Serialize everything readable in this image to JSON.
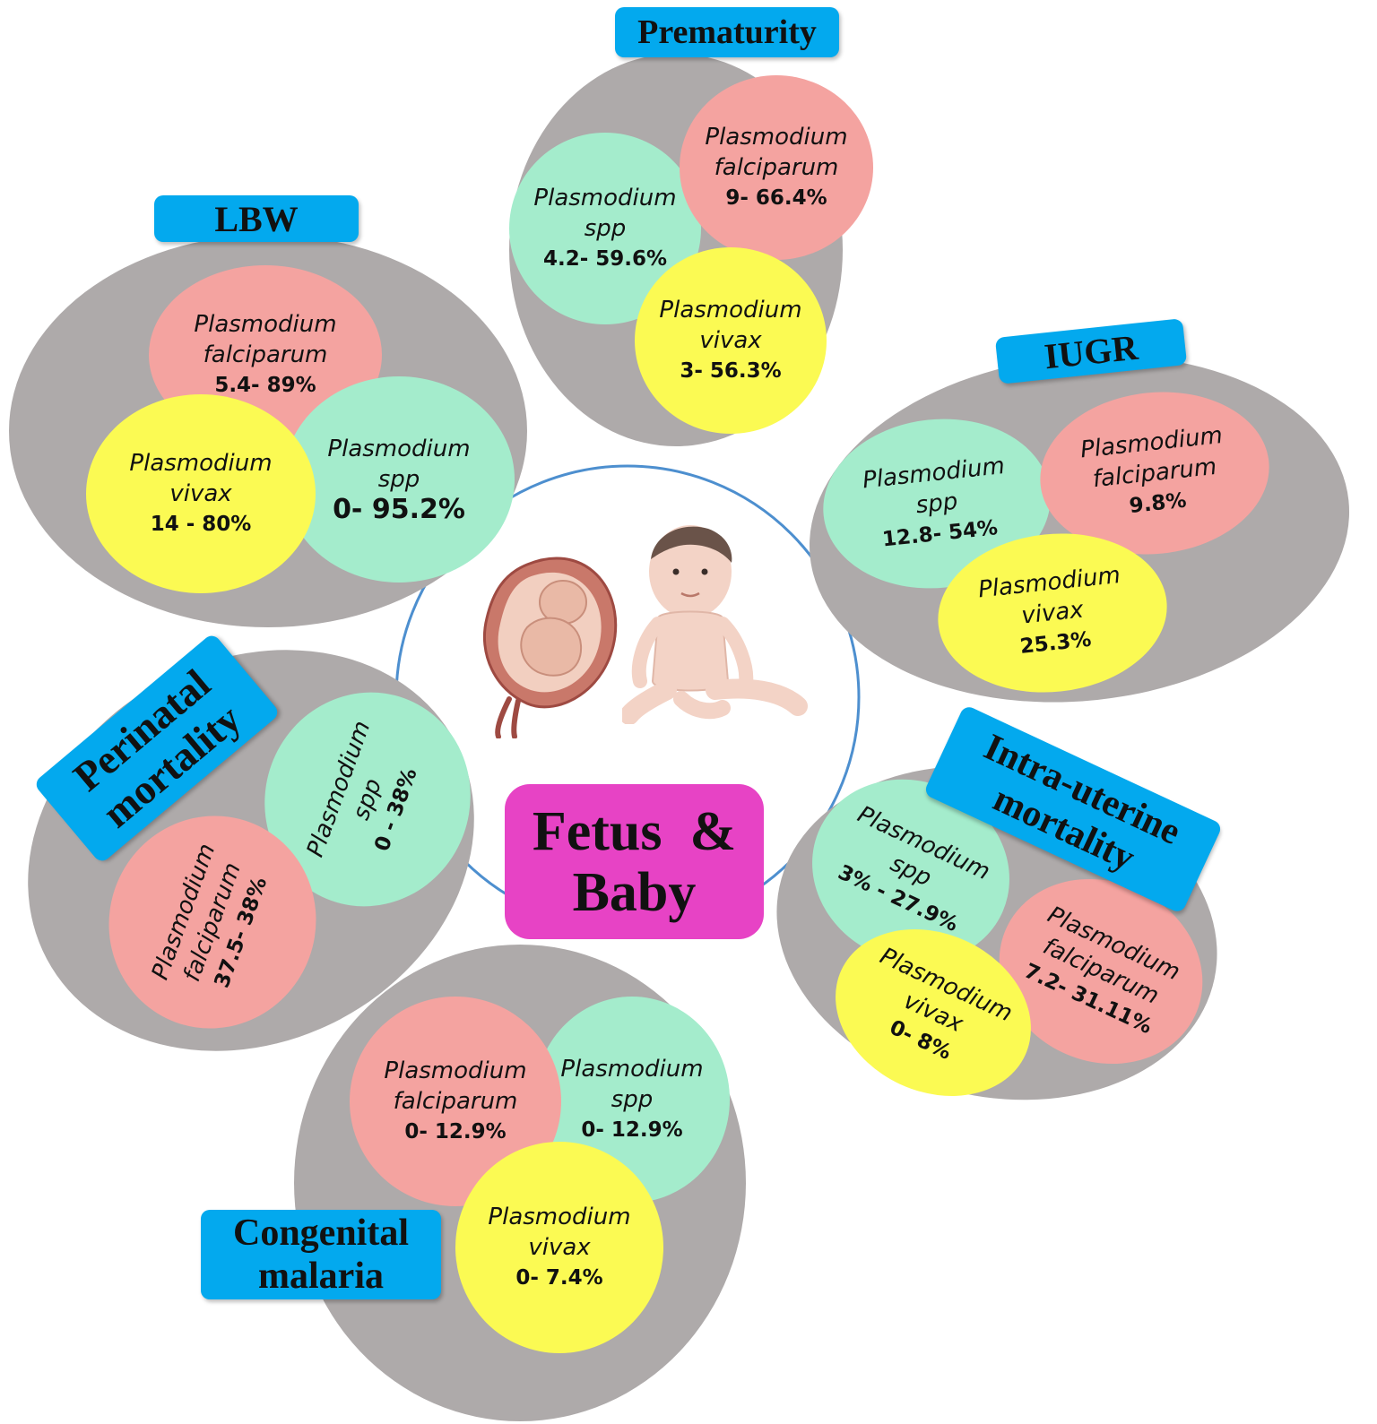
{
  "center": {
    "line1": "Fetus  &",
    "line2": "Baby"
  },
  "outcomes": {
    "prematurity": {
      "title": "Prematurity",
      "falciparum": {
        "name1": "Plasmodium",
        "name2": "falciparum",
        "value": "9- 66.4%"
      },
      "spp": {
        "name1": "Plasmodium",
        "name2": "spp",
        "value": "4.2- 59.6%"
      },
      "vivax": {
        "name1": "Plasmodium",
        "name2": "vivax",
        "value": "3- 56.3%"
      }
    },
    "lbw": {
      "title": "LBW",
      "falciparum": {
        "name1": "Plasmodium",
        "name2": "falciparum",
        "value": "5.4- 89%"
      },
      "spp": {
        "name1": "Plasmodium",
        "name2": "spp",
        "value": "0- 95.2%"
      },
      "vivax": {
        "name1": "Plasmodium",
        "name2": "vivax",
        "value": "14 - 80%"
      }
    },
    "iugr": {
      "title": "IUGR",
      "falciparum": {
        "name1": "Plasmodium",
        "name2": "falciparum",
        "value": "9.8%"
      },
      "spp": {
        "name1": "Plasmodium",
        "name2": "spp",
        "value": "12.8- 54%"
      },
      "vivax": {
        "name1": "Plasmodium",
        "name2": "vivax",
        "value": "25.3%"
      }
    },
    "perinatal": {
      "title1": "Perinatal",
      "title2": "mortality",
      "spp": {
        "name1": "Plasmodium",
        "name2": "spp",
        "value": "0 - 38%"
      },
      "falciparum": {
        "name1": "Plasmodium",
        "name2": "falciparum",
        "value": "37.5- 38%"
      }
    },
    "intrauterine": {
      "title1": "Intra-uterine",
      "title2": "mortality",
      "spp": {
        "name1": "Plasmodium",
        "name2": "spp",
        "value": "3% - 27.9%"
      },
      "falciparum": {
        "name1": "Plasmodium",
        "name2": "falciparum",
        "value": "7.2- 31.11%"
      },
      "vivax": {
        "name1": "Plasmodium",
        "name2": "vivax",
        "value": "0- 8%"
      }
    },
    "congenital": {
      "title1": "Congenital",
      "title2": "malaria",
      "falciparum": {
        "name1": "Plasmodium",
        "name2": "falciparum",
        "value": "0- 12.9%"
      },
      "spp": {
        "name1": "Plasmodium",
        "name2": "spp",
        "value": "0- 12.9%"
      },
      "vivax": {
        "name1": "Plasmodium",
        "name2": "vivax",
        "value": "0- 7.4%"
      }
    }
  },
  "colors": {
    "falciparum": "#f4a3a0",
    "spp": "#a4eccc",
    "vivax": "#fbfa53",
    "group_bg": "#aeaaaa",
    "label_bg": "#03a9ee",
    "center_bg": "#e743c5",
    "ring": "#4d8fcf"
  },
  "illustrations": [
    "fetus-in-uterus-icon",
    "baby-icon"
  ]
}
